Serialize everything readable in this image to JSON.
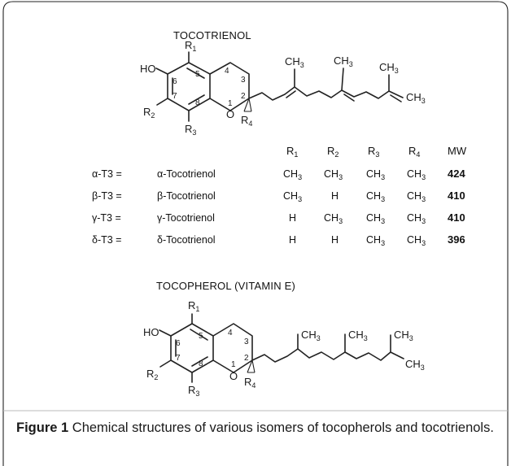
{
  "figure": {
    "title_top": "TOCOTRIENOL",
    "title_bottom": "TOCOPHEROL (VITAMIN E)",
    "label": "Figure 1",
    "caption": "Chemical structures of various isomers of tocopherols and tocotrienols",
    "caption_end": "."
  },
  "structure_labels": {
    "ho": "HO",
    "o": "O",
    "r1": "R",
    "r1_sub": "1",
    "r2": "R",
    "r2_sub": "2",
    "r3": "R",
    "r3_sub": "3",
    "r4": "R",
    "r4_sub": "4",
    "ring_numbers": [
      "1",
      "2",
      "3",
      "4",
      "5",
      "6",
      "7",
      "8"
    ],
    "methyl": "CH",
    "methyl_sub": "3"
  },
  "table": {
    "headers": [
      {
        "text": "R",
        "sub": "1"
      },
      {
        "text": "R",
        "sub": "2"
      },
      {
        "text": "R",
        "sub": "3"
      },
      {
        "text": "R",
        "sub": "4"
      },
      {
        "text": "MW",
        "sub": ""
      }
    ],
    "rows": [
      {
        "abbr": "α-T3 =",
        "name": "α-Tocotrienol",
        "r1": "CH",
        "r1_sub": "3",
        "r2": "CH",
        "r2_sub": "3",
        "r3": "CH",
        "r3_sub": "3",
        "r4": "CH",
        "r4_sub": "3",
        "mw": "424"
      },
      {
        "abbr": "β-T3 =",
        "name": "β-Tocotrienol",
        "r1": "CH",
        "r1_sub": "3",
        "r2": "H",
        "r2_sub": "",
        "r3": "CH",
        "r3_sub": "3",
        "r4": "CH",
        "r4_sub": "3",
        "mw": "410"
      },
      {
        "abbr": "γ-T3 =",
        "name": "γ-Tocotrienol",
        "r1": "H",
        "r1_sub": "",
        "r2": "CH",
        "r2_sub": "3",
        "r3": "CH",
        "r3_sub": "3",
        "r4": "CH",
        "r4_sub": "3",
        "mw": "410"
      },
      {
        "abbr": "δ-T3 =",
        "name": "δ-Tocotrienol",
        "r1": "H",
        "r1_sub": "",
        "r2": "H",
        "r2_sub": "",
        "r3": "CH",
        "r3_sub": "3",
        "r4": "CH",
        "r4_sub": "3",
        "mw": "396"
      }
    ]
  }
}
